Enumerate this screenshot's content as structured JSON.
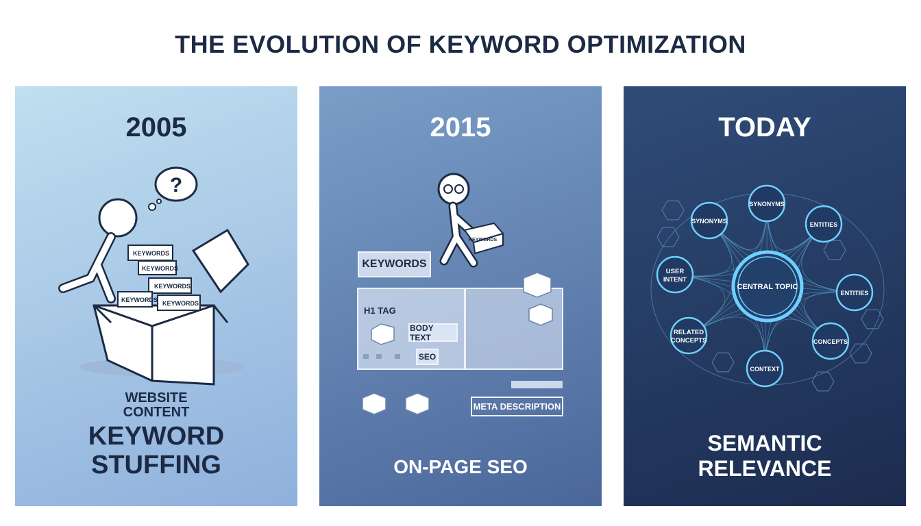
{
  "title": "THE EVOLUTION OF KEYWORD OPTIMIZATION",
  "panels": [
    {
      "year": "2005",
      "label_small_1": "WEBSITE",
      "label_small_2": "CONTENT",
      "label_big_1": "KEYWORD",
      "label_big_2": "STUFFING",
      "thought": "?",
      "box_labels": [
        "KEYWORDS",
        "KEYWORDS",
        "KEYWORDS",
        "KEYWORDS",
        "KEYWORDS"
      ]
    },
    {
      "year": "2015",
      "keywords": "KEYWORDS",
      "h1": "H1 TAG",
      "body_text": "BODY TEXT",
      "seo": "SEO",
      "meta": "META DESCRIPTION",
      "carried_box": "KEYWORDS",
      "caption": "ON-PAGE SEO"
    },
    {
      "year": "TODAY",
      "central": "CENTRAL TOPIC",
      "nodes": [
        "SYNONYMS",
        "SYNONYMS",
        "ENTITIES",
        "USER INTENT",
        "ENTITIES",
        "RELATED CONCEPTS",
        "CONCEPTS",
        "CONTEXT"
      ],
      "caption_1": "SEMANTIC",
      "caption_2": "RELEVANCE"
    }
  ],
  "colors": {
    "title": "#1c2a44",
    "glow": "#6fd0ff"
  }
}
